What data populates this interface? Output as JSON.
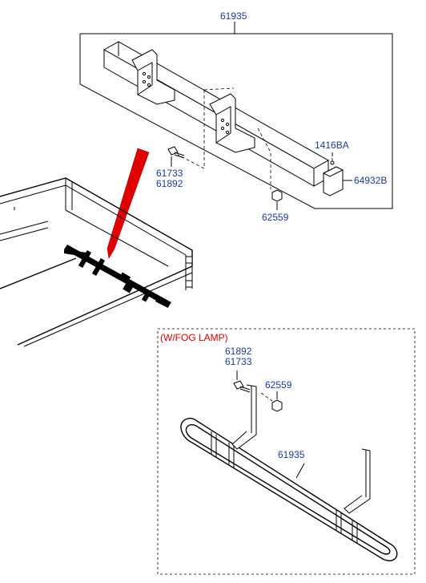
{
  "upper_assembly": {
    "label_bar": "61935",
    "label_bolt_a": "61733",
    "label_bolt_b": "61892",
    "label_nut": "62559",
    "label_small_part": "1416BA",
    "label_cap": "64932B"
  },
  "fog_lamp_variant": {
    "title": "(W/FOG LAMP)",
    "label_bolt_a": "61892",
    "label_bolt_b": "61733",
    "label_nut": "62559",
    "label_bar": "61935"
  },
  "colors": {
    "part_number": "#1a3c8f",
    "variant_title": "#d40000",
    "callout_arrow": "#e00000"
  }
}
